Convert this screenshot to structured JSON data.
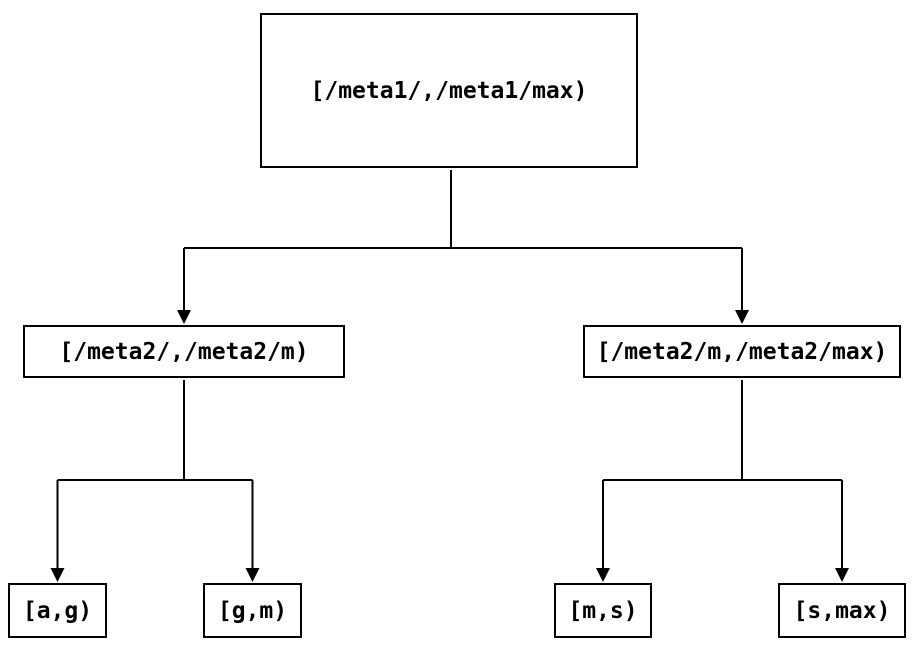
{
  "diagram": {
    "type": "tree",
    "colors": {
      "background": "#ffffff",
      "node_border": "#000000",
      "node_text": "#000000",
      "edge": "#000000"
    },
    "nodes": {
      "root": {
        "label": "[/meta1/,/meta1/max)"
      },
      "meta2_low": {
        "label": "[/meta2/,/meta2/m)"
      },
      "meta2_high": {
        "label": "[/meta2/m,/meta2/max)"
      },
      "leaf_ag": {
        "label": "[a,g)"
      },
      "leaf_gm": {
        "label": "[g,m)"
      },
      "leaf_ms": {
        "label": "[m,s)"
      },
      "leaf_smax": {
        "label": "[s,max)"
      }
    },
    "edges": [
      {
        "from": "root",
        "to": "meta2_low"
      },
      {
        "from": "root",
        "to": "meta2_high"
      },
      {
        "from": "meta2_low",
        "to": "leaf_ag"
      },
      {
        "from": "meta2_low",
        "to": "leaf_gm"
      },
      {
        "from": "meta2_high",
        "to": "leaf_ms"
      },
      {
        "from": "meta2_high",
        "to": "leaf_smax"
      }
    ]
  }
}
